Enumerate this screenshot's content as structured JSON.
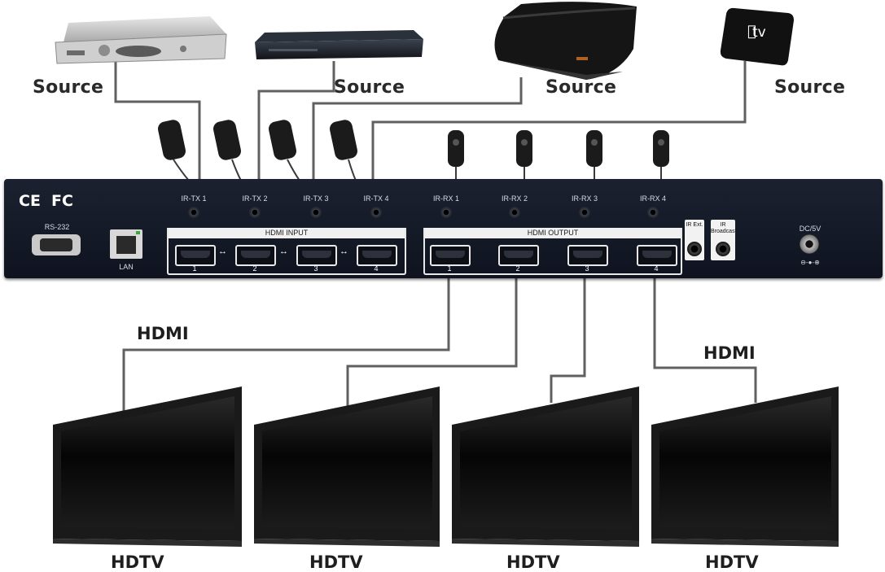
{
  "sources": [
    {
      "label": "Source",
      "device": "satellite-receiver"
    },
    {
      "label": "Source",
      "device": "dvd-player"
    },
    {
      "label": "Source",
      "device": "game-console"
    },
    {
      "label": "Source",
      "device": "apple-tv",
      "logo_text": "tv"
    }
  ],
  "panel": {
    "certs": [
      "CE",
      "FC"
    ],
    "rs232": "RS-232",
    "lan": "LAN",
    "ir_tx": [
      "IR-TX 1",
      "IR-TX 2",
      "IR-TX 3",
      "IR-TX 4"
    ],
    "ir_rx": [
      "IR-RX 1",
      "IR-RX 2",
      "IR-RX 3",
      "IR-RX 4"
    ],
    "hdmi_input": {
      "title": "HDMI INPUT",
      "ports": [
        "1",
        "2",
        "3",
        "4"
      ]
    },
    "hdmi_output": {
      "title": "HDMI OUTPUT",
      "ports": [
        "1",
        "2",
        "3",
        "4"
      ]
    },
    "ir_ext": "IR Ext.",
    "ir_broadcast": "IR Broadcast",
    "dc": "DC/5V"
  },
  "hdmi_labels": [
    "HDMI",
    "HDMI"
  ],
  "displays": [
    "HDTV",
    "HDTV",
    "HDTV",
    "HDTV"
  ],
  "colors": {
    "panel": "#151a27",
    "wire": "#5a5a5a",
    "label": "#2a2a2a"
  }
}
